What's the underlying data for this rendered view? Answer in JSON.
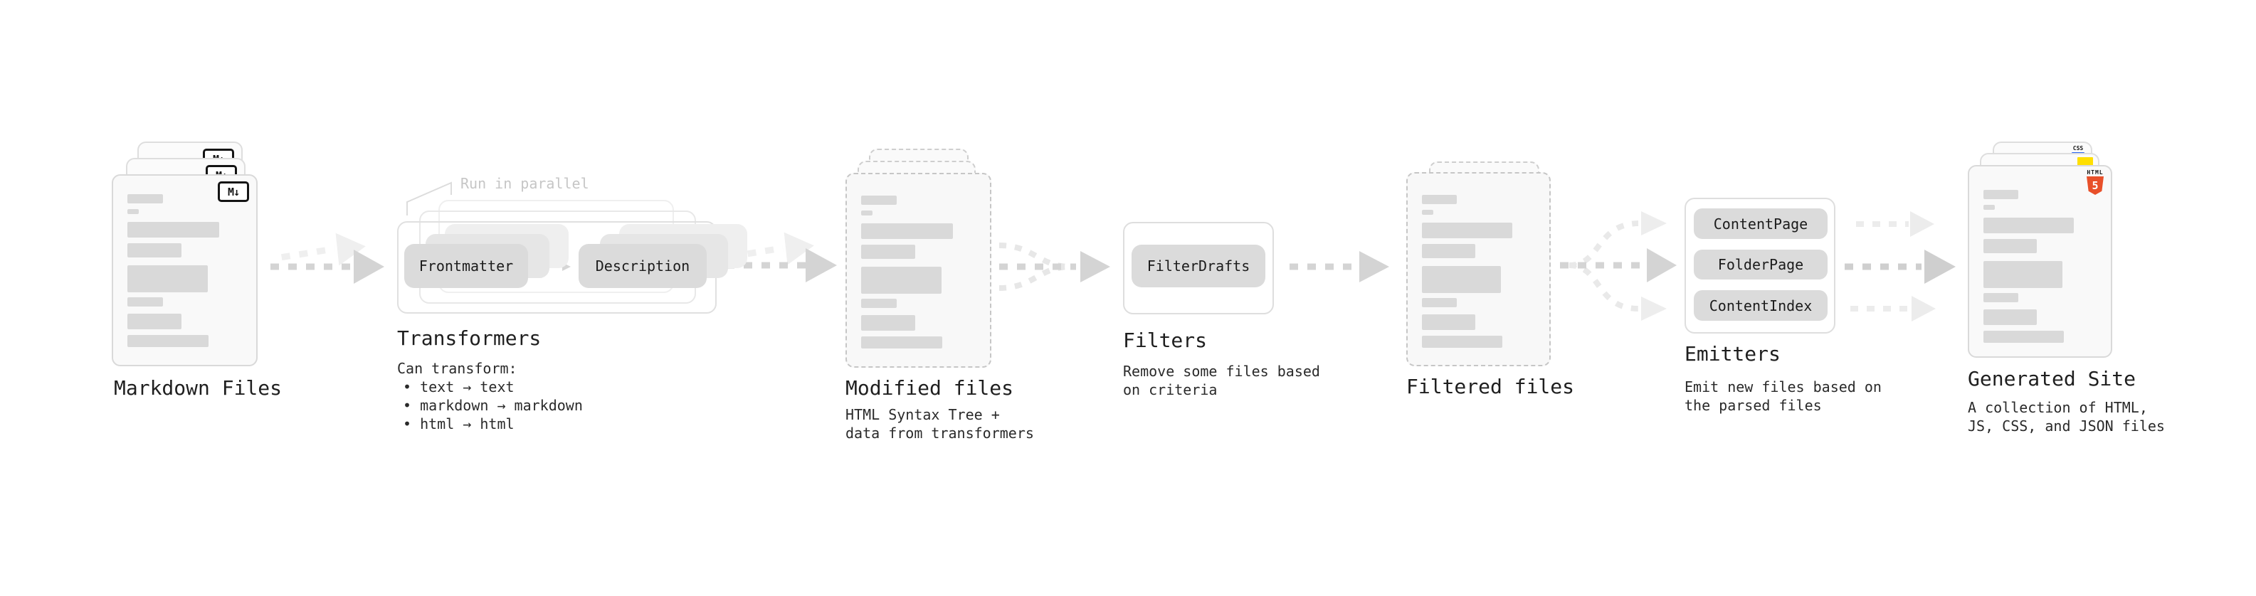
{
  "markdown": {
    "title": "Markdown Files",
    "badge": "M↓"
  },
  "transformers": {
    "note": "Run in parallel",
    "pill_left": "Frontmatter",
    "pill_right": "Description",
    "title": "Transformers",
    "desc": "Can transform:",
    "bullets": [
      "• text → text",
      "• markdown → markdown",
      "• html → html"
    ]
  },
  "modified": {
    "title": "Modified files",
    "sub1": "HTML Syntax Tree +",
    "sub2": "data from transformers"
  },
  "filters": {
    "pill": "FilterDrafts",
    "title": "Filters",
    "sub1": "Remove some files based",
    "sub2": "on criteria"
  },
  "filtered": {
    "title": "Filtered files"
  },
  "emitters": {
    "pills": [
      "ContentPage",
      "FolderPage",
      "ContentIndex"
    ],
    "title": "Emitters",
    "sub1": "Emit new files based on",
    "sub2": "the parsed files"
  },
  "generated": {
    "title": "Generated Site",
    "sub1": "A collection of HTML,",
    "sub2": "JS, CSS, and JSON files",
    "css_badge": "CSS",
    "html_badge": "HTML",
    "html_number": "5"
  },
  "colors": {
    "page_bg": "#f9f9f9",
    "page_border": "#d9d9d9",
    "dashed_border": "#c6c6c6",
    "pill_bg": "#dbdbdb",
    "arrow_main": "#d4d4d4",
    "arrow_ghost": "#ececec",
    "note_text": "#c6c6c6",
    "html5_orange": "#e8502a",
    "js_yellow": "#ffdf00",
    "css_blue": "#2965f1"
  },
  "placeholder_lines": [
    {
      "w": 31,
      "h": 13,
      "g": 8
    },
    {
      "w": 10,
      "h": 7,
      "g": 11
    },
    {
      "w": 80,
      "h": 22,
      "g": 8
    },
    {
      "w": 47,
      "h": 20,
      "g": 11
    },
    {
      "w": 70,
      "h": 38,
      "g": 7
    },
    {
      "w": 31,
      "h": 13,
      "g": 10
    },
    {
      "w": 47,
      "h": 22,
      "g": 8
    },
    {
      "w": 71,
      "h": 17,
      "g": 0
    }
  ]
}
